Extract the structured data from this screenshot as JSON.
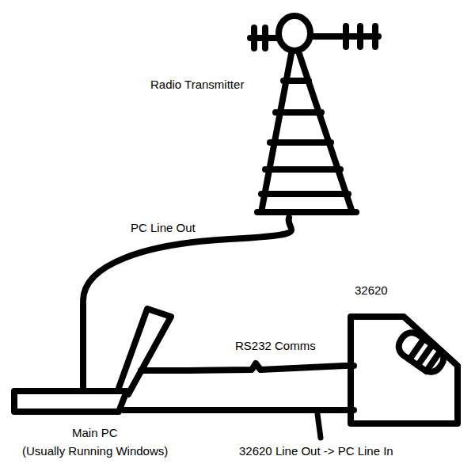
{
  "diagram": {
    "nodes": [
      {
        "text": [
          "Radio Transmitter"
        ]
      },
      {
        "text": [
          "32620"
        ]
      },
      {
        "text": [
          "Main PC",
          "(Usually Running Windows)"
        ]
      }
    ],
    "edges": [
      {
        "from": 2,
        "to": 0,
        "label": "PC Line Out",
        "arrow": "none"
      },
      {
        "from": 2,
        "to": 1,
        "label": "RS232 Comms",
        "arrow": "none"
      },
      {
        "from": 1,
        "to": 2,
        "label": "32620 Line Out -> PC Line In",
        "arrow": "none"
      }
    ]
  }
}
